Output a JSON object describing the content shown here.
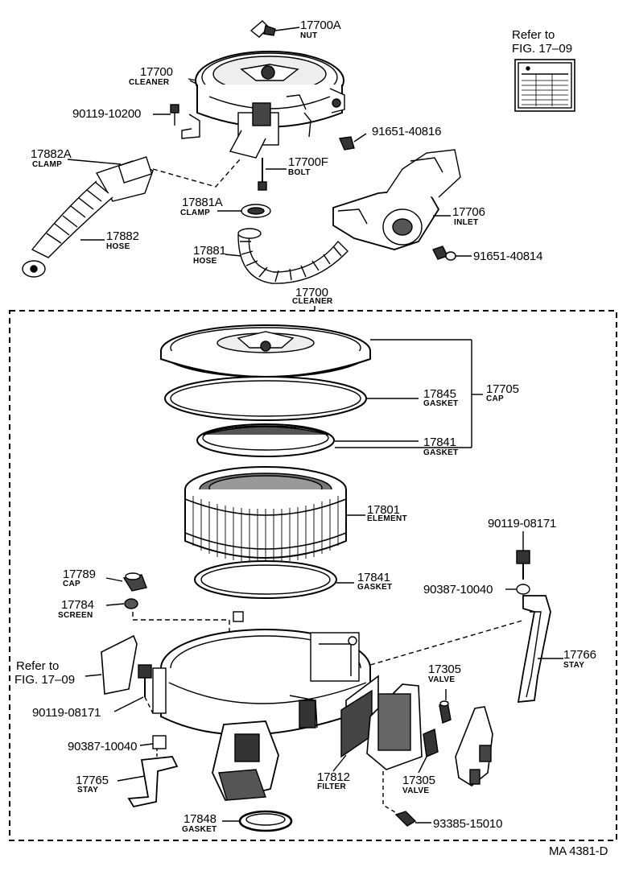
{
  "callouts": {
    "p17700A": {
      "num": "17700A",
      "name": "NUT"
    },
    "p17700_top": {
      "num": "17700",
      "name": "CLEANER"
    },
    "p90119_10200": {
      "num": "90119-10200"
    },
    "p91651_40816": {
      "num": "91651-40816"
    },
    "p17882A": {
      "num": "17882A",
      "name": "CLAMP"
    },
    "p17700F": {
      "num": "17700F",
      "name": "BOLT"
    },
    "p17881A": {
      "num": "17881A",
      "name": "CLAMP"
    },
    "p17706": {
      "num": "17706",
      "name": "INLET"
    },
    "p17882": {
      "num": "17882",
      "name": "HOSE"
    },
    "p17881": {
      "num": "17881",
      "name": "HOSE"
    },
    "p91651_40814": {
      "num": "91651-40814"
    },
    "p17700_box": {
      "num": "17700",
      "name": "CLEANER"
    },
    "p17845": {
      "num": "17845",
      "name": "GASKET"
    },
    "p17705": {
      "num": "17705",
      "name": "CAP"
    },
    "p17841_top": {
      "num": "17841",
      "name": "GASKET"
    },
    "p17801": {
      "num": "17801",
      "name": "ELEMENT"
    },
    "p90119_08171_r": {
      "num": "90119-08171"
    },
    "p17789": {
      "num": "17789",
      "name": "CAP"
    },
    "p17841_low": {
      "num": "17841",
      "name": "GASKET"
    },
    "p90387_10040_r": {
      "num": "90387-10040"
    },
    "p17784": {
      "num": "17784",
      "name": "SCREEN"
    },
    "p17766": {
      "num": "17766",
      "name": "STAY"
    },
    "p17305_a": {
      "num": "17305",
      "name": "VALVE"
    },
    "p90119_08171_l": {
      "num": "90119-08171"
    },
    "p90387_10040_l": {
      "num": "90387-10040"
    },
    "p17765": {
      "num": "17765",
      "name": "STAY"
    },
    "p17812": {
      "num": "17812",
      "name": "FILTER"
    },
    "p17305_b": {
      "num": "17305",
      "name": "VALVE"
    },
    "p17848": {
      "num": "17848",
      "name": "GASKET"
    },
    "p93385_15010": {
      "num": "93385-15010"
    }
  },
  "refs": {
    "top_right": {
      "line1": "Refer to",
      "line2": "FIG. 17–09"
    },
    "left": {
      "line1": "Refer to",
      "line2": "FIG. 17–09"
    }
  },
  "footer": {
    "code": "MA 4381-D"
  }
}
